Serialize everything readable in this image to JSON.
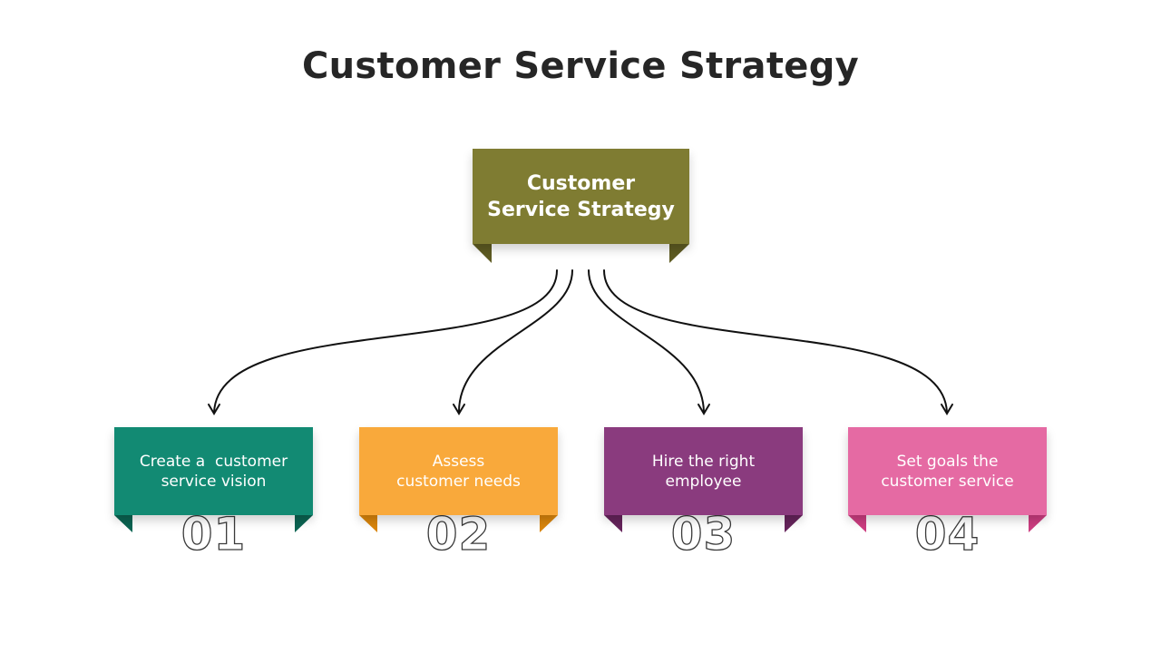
{
  "title": "Customer Service Strategy",
  "center": {
    "line1": "Customer",
    "line2": "Service Strategy",
    "color": "#7f7c32",
    "fold_color": "#5e5b22"
  },
  "items": [
    {
      "line1": "Create a  customer",
      "line2": "service vision",
      "number": "01",
      "color": "#128a73",
      "fold_color": "#0b6452"
    },
    {
      "line1": "Assess",
      "line2": "customer needs",
      "number": "02",
      "color": "#f9a93b",
      "fold_color": "#d9850c"
    },
    {
      "line1": "Hire the right",
      "line2": "employee",
      "number": "03",
      "color": "#8a3b7e",
      "fold_color": "#66245c"
    },
    {
      "line1": "Set goals the",
      "line2": "customer service",
      "number": "04",
      "color": "#e56aa3",
      "fold_color": "#cc3d80"
    }
  ]
}
